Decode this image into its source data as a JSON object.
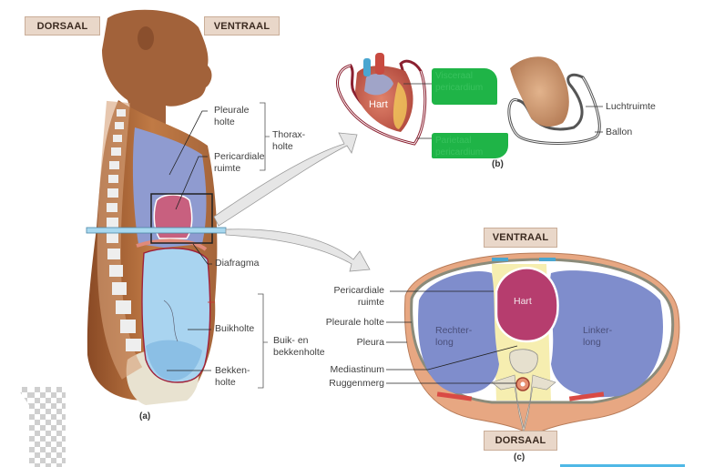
{
  "panel_a": {
    "caption": "(a)",
    "orientation_left": "DORSAAL",
    "orientation_right": "VENTRAAL",
    "labels": {
      "pleurale_holte": [
        "Pleurale",
        "holte"
      ],
      "pericardiale_ruimte": [
        "Pericardiale",
        "ruimte"
      ],
      "thoraxholte": [
        "Thorax-",
        "holte"
      ],
      "diafragma": "Diafragma",
      "buikholte": "Buikholte",
      "bekkenholte": [
        "Bekken-",
        "holte"
      ],
      "buik_en_bekkenholte": [
        "Buik- en",
        "bekkenholte"
      ]
    }
  },
  "panel_b": {
    "caption": "(b)",
    "heart_label": "Hart",
    "visceraal": [
      "Visceraal",
      "pericardium"
    ],
    "parietaal": [
      "Parietaal",
      "pericardium"
    ],
    "luchtruimte": "Luchtruimte",
    "ballon": "Ballon"
  },
  "panel_c": {
    "caption": "(c)",
    "orientation_top": "VENTRAAL",
    "orientation_bottom": "DORSAAL",
    "heart_label": "Hart",
    "right_lung": [
      "Rechter-",
      "long"
    ],
    "left_lung": [
      "Linker-",
      "long"
    ],
    "labels": {
      "pericardiale_ruimte": [
        "Pericardiale",
        "ruimte"
      ],
      "pleurale_holte": "Pleurale holte",
      "pleura": "Pleura",
      "mediastinum": "Mediastinum",
      "ruggenmerg": "Ruggenmerg"
    }
  },
  "colors": {
    "skin": "#b5703f",
    "pleural": "#8f9bd0",
    "pericardial": "#c8607f",
    "abdominal": "#a9d4f0",
    "mediastinum": "#f6eeb0",
    "tag_bg": "#e9d7c9",
    "highlight_green": "#1fb447",
    "accent_bar": "#4fb8e6"
  }
}
